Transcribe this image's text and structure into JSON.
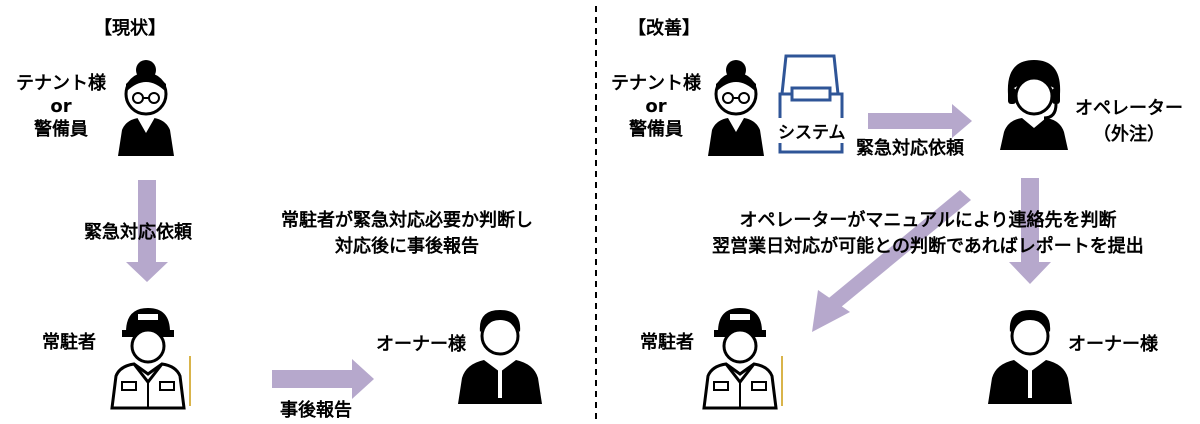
{
  "left": {
    "heading": "【現状】",
    "requester_line1": "テナント様",
    "requester_line2": "or",
    "requester_line3": "警備員",
    "request_label": "緊急対応依頼",
    "resident_label": "常駐者",
    "note_line1": "常駐者が緊急対応必要か判断し",
    "note_line2": "対応後に事後報告",
    "owner_label": "オーナー様",
    "report_label": "事後報告"
  },
  "right": {
    "heading": "【改善】",
    "requester_line1": "テナント様",
    "requester_line2": "or",
    "requester_line3": "警備員",
    "system_label": "システム",
    "request_label": "緊急対応依頼",
    "operator_line1": "オペレーター",
    "operator_line2": "（外注）",
    "note_line1": "オペレーターがマニュアルにより連絡先を判断",
    "note_line2": "翌営業日対応が可能との判断であればレポートを提出",
    "resident_label": "常駐者",
    "owner_label": "オーナー様"
  },
  "colors": {
    "arrow": "#b6a8cc",
    "system_box": "#2f5597",
    "figure": "#000000"
  }
}
